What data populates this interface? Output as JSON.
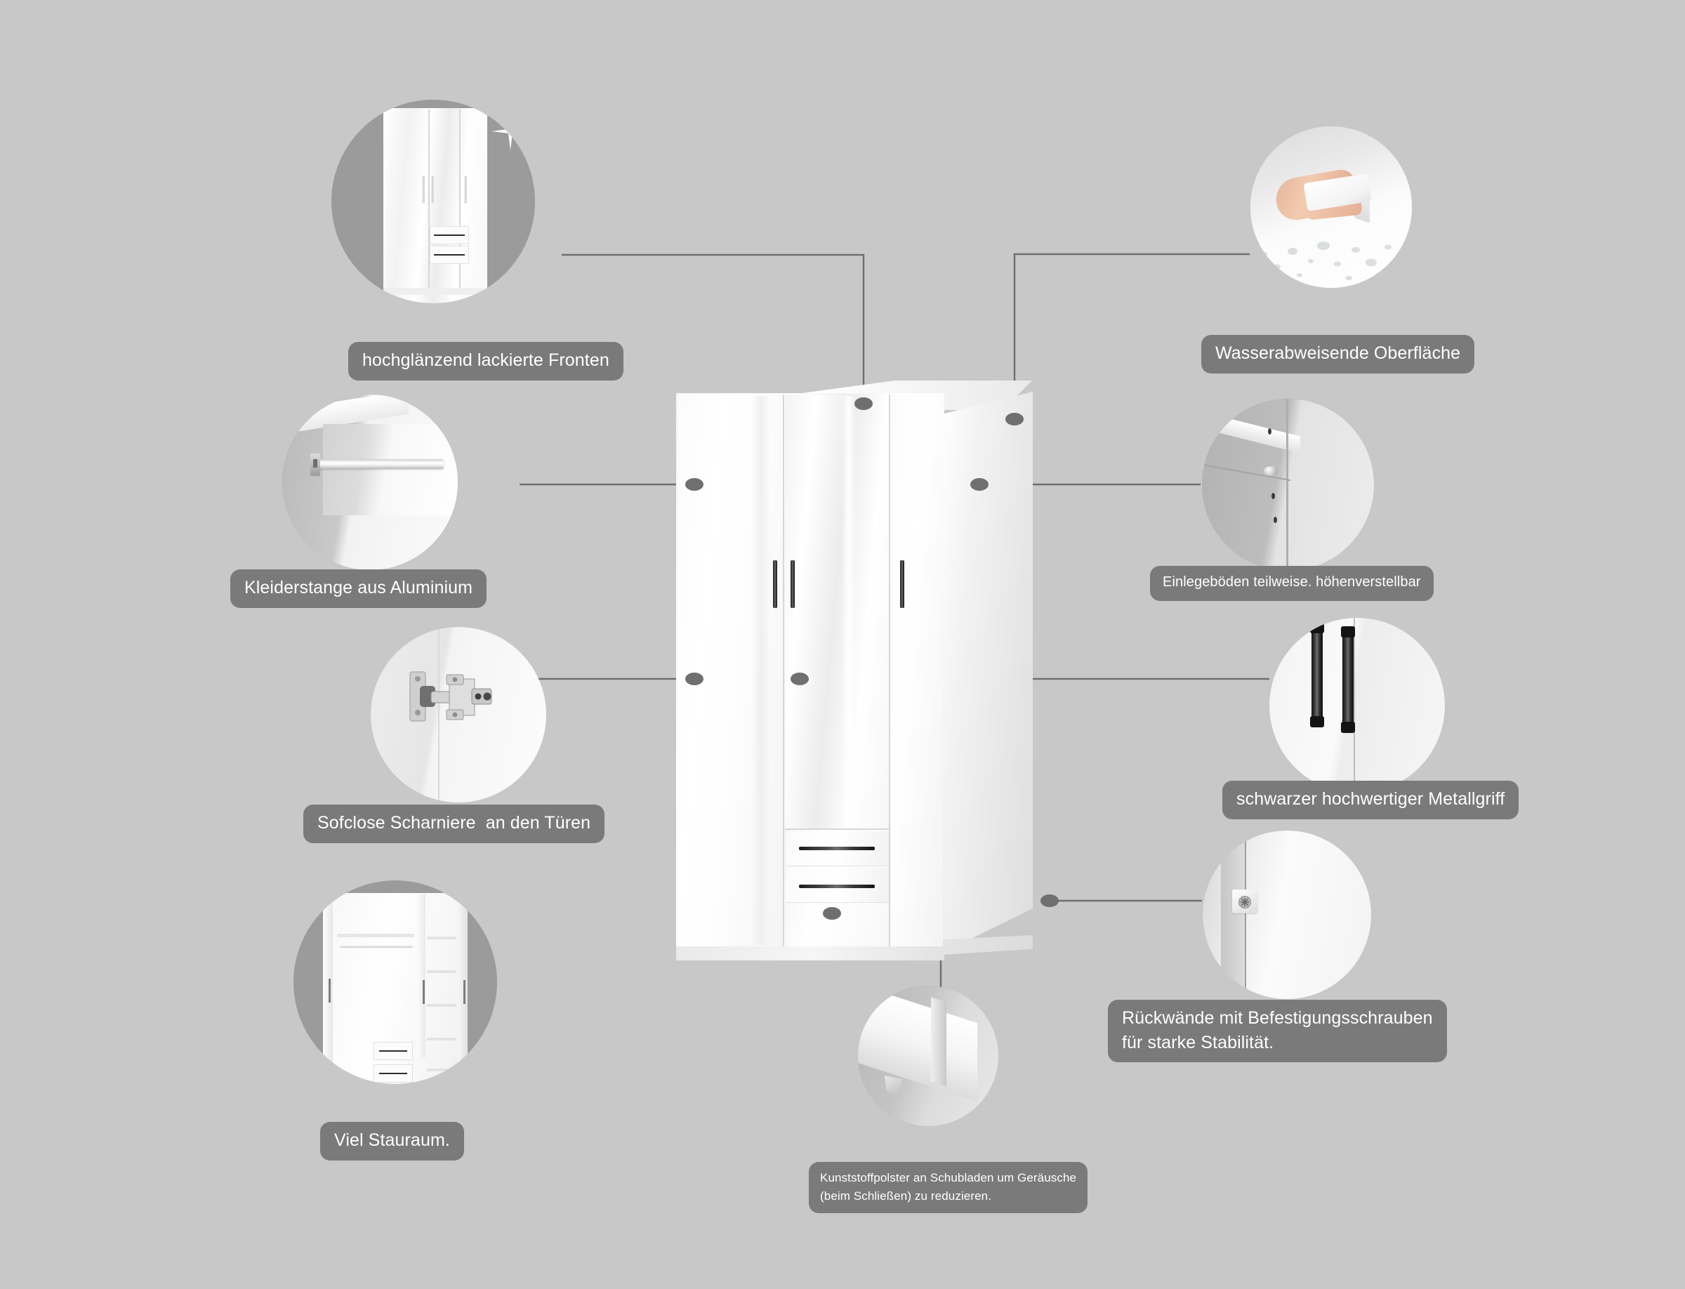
{
  "page": {
    "title": "Kleiderschrank Produktmerkmale",
    "background_color": "#c8c8c8",
    "pill_color": "#7a7a7a",
    "pill_text_color": "#ffffff",
    "dot_color": "#6f6f6f",
    "line_color": "#6f6f6f",
    "circle_backdrop_color": "#9b9b9b"
  },
  "product": {
    "name": "3-türiger Kleiderschrank mit 2 Schubladen",
    "doors": 3,
    "drawers": 2,
    "finish": "hochglanz weiß",
    "handle_color": "schwarz"
  },
  "features": [
    {
      "id": "fronten",
      "label": "hochglänzend lackierte Fronten",
      "icon": "sparkle-icon",
      "detail_image": "wardrobe-closed-gloss"
    },
    {
      "id": "wasserabweisend",
      "label": "Wasserabweisende Oberfläche",
      "icon": "water-drop-icon",
      "detail_image": "hand-wiping-sponge-water-beads"
    },
    {
      "id": "kleiderstange",
      "label": "Kleiderstange aus Aluminium",
      "icon": "rail-icon",
      "detail_image": "aluminium-clothes-rail"
    },
    {
      "id": "einlegeboeden",
      "label": "Einlegeböden teilweise. höhenverstellbar",
      "icon": "shelf-icon",
      "detail_image": "adjustable-shelf-pin-holes"
    },
    {
      "id": "scharniere",
      "label": "Sofclose Scharniere  an den Türen",
      "icon": "hinge-icon",
      "detail_image": "soft-close-hinge"
    },
    {
      "id": "metallgriff",
      "label": "schwarzer hochwertiger Metallgriff",
      "icon": "handle-icon",
      "detail_image": "black-metal-handles"
    },
    {
      "id": "rueckwaende",
      "label": "Rückwände mit Befestigungsschrauben\nfür starke Stabilität.",
      "icon": "screw-icon",
      "detail_image": "back-panel-fixing-screw"
    },
    {
      "id": "stauraum",
      "label": "Viel Stauraum.",
      "icon": "storage-icon",
      "detail_image": "wardrobe-open-interior"
    },
    {
      "id": "kunststoffpolster",
      "label": "Kunststoffpolster an Schubladen um Geräusche\n(beim Schließen) zu reduzieren.",
      "icon": "pad-icon",
      "detail_image": "drawer-plastic-pad"
    }
  ]
}
